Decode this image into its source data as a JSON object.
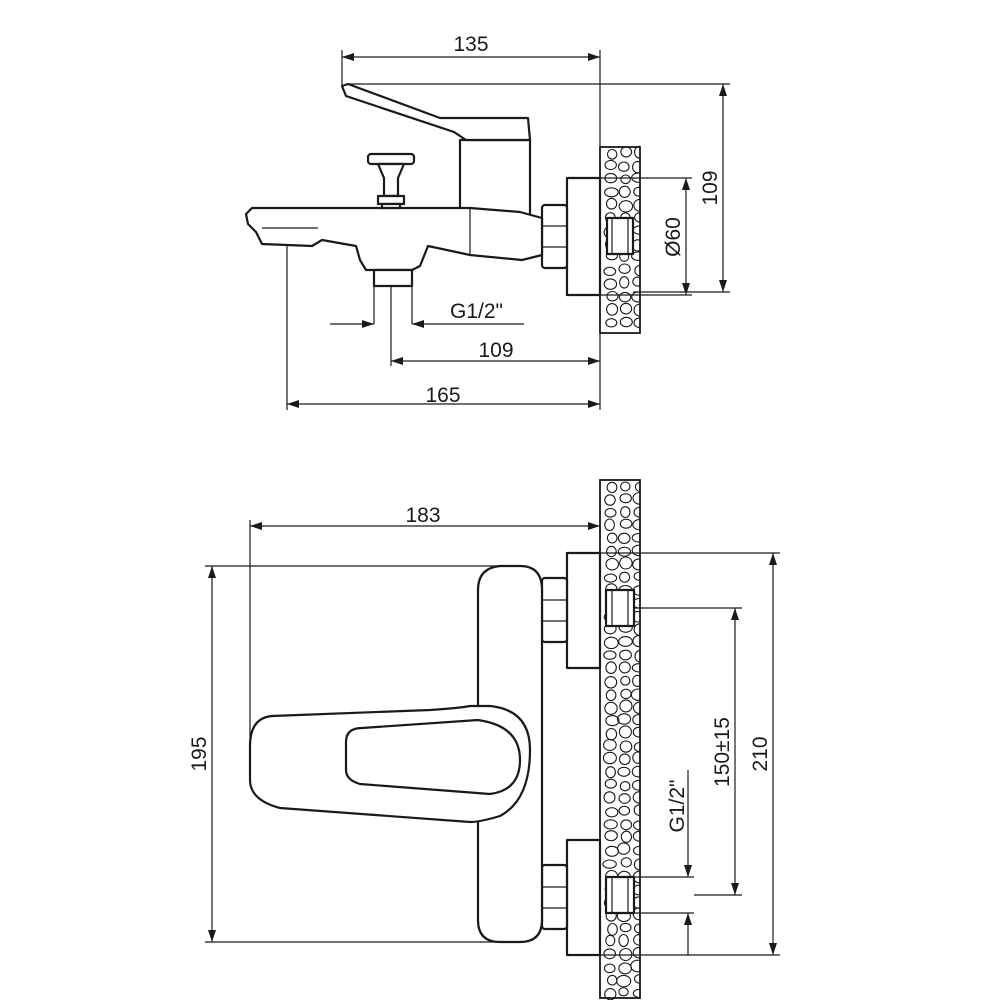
{
  "side_view": {
    "dimensions": {
      "overall_depth": "135",
      "overall_height": "109",
      "escutcheon_diameter": "Ø60",
      "thread": "G1/2\"",
      "spout_to_wall": "109",
      "spout_tip_to_wall": "165"
    }
  },
  "front_view": {
    "dimensions": {
      "width": "183",
      "height": "195",
      "thread": "G1/2\"",
      "center_distance": "150±15",
      "overall_height": "210"
    }
  }
}
